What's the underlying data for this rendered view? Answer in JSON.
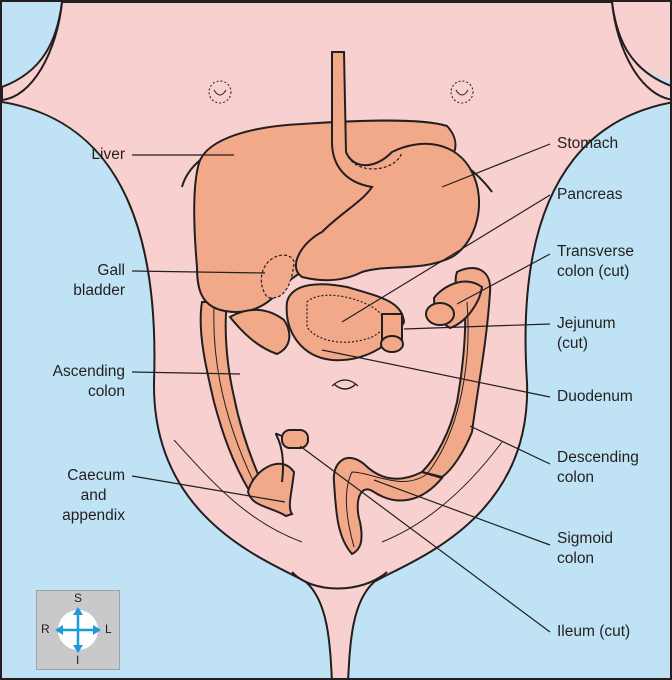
{
  "colors": {
    "background_blue": "#bfe3f4",
    "skin": "#f7d0cf",
    "organ": "#f2a98a",
    "outline": "#231f20",
    "compass_arrow": "#1e9ad6",
    "compass_box": "#c8c9ca"
  },
  "labels": {
    "liver": "Liver",
    "gall_bladder": [
      "Gall",
      "bladder"
    ],
    "ascending_colon": [
      "Ascending",
      "colon"
    ],
    "caecum_appendix": [
      "Caecum",
      "and",
      "appendix"
    ],
    "stomach": "Stomach",
    "pancreas": "Pancreas",
    "transverse_colon": [
      "Transverse",
      "colon (cut)"
    ],
    "jejunum": [
      "Jejunum",
      "(cut)"
    ],
    "duodenum": "Duodenum",
    "descending_colon": [
      "Descending",
      "colon"
    ],
    "sigmoid_colon": [
      "Sigmoid",
      "colon"
    ],
    "ileum": "Ileum (cut)"
  },
  "compass": {
    "superior": "S",
    "inferior": "I",
    "right": "R",
    "left": "L"
  }
}
